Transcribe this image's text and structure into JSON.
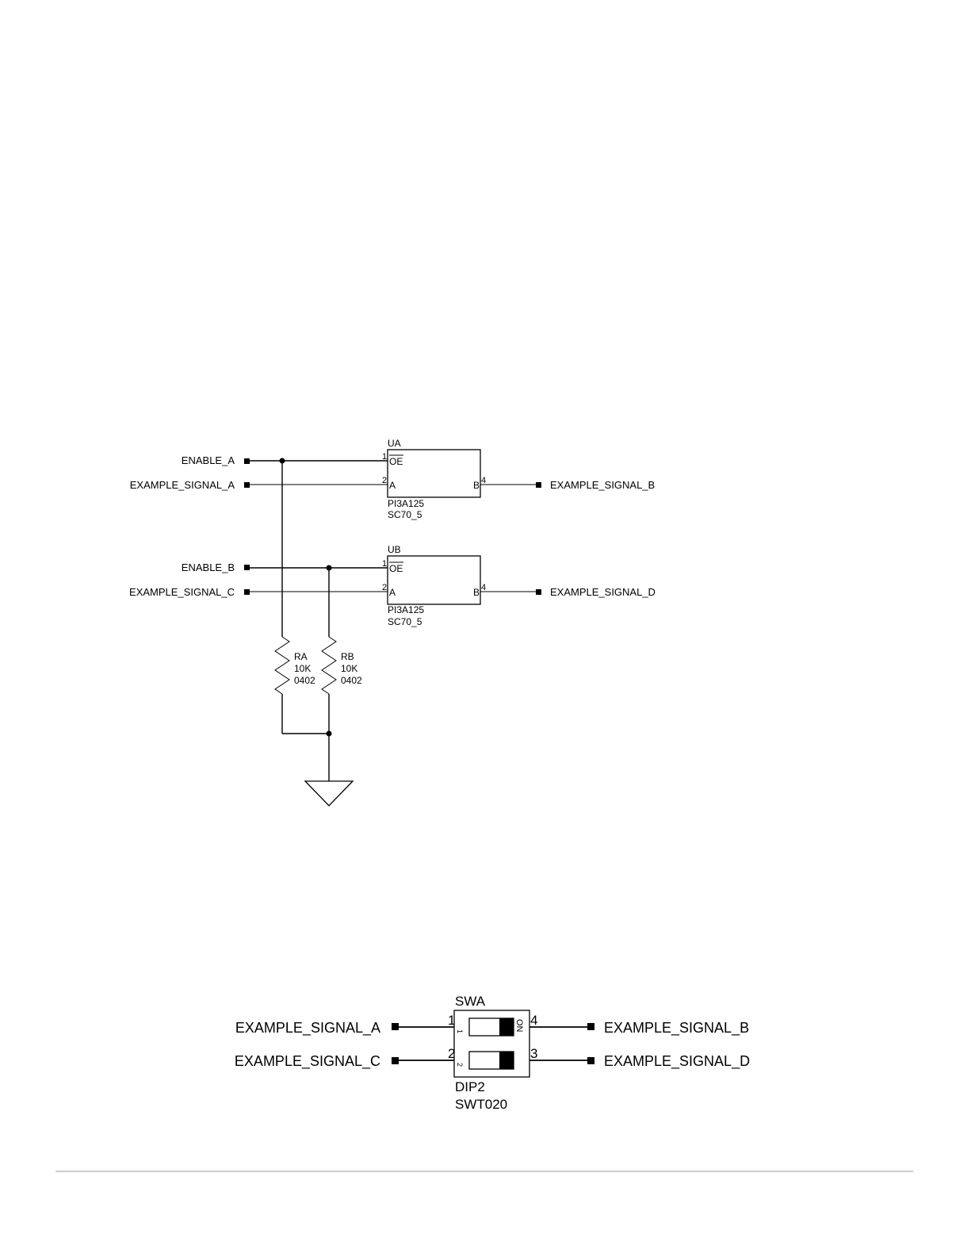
{
  "buffers": [
    {
      "refdes": "UA",
      "value": "PI3A125",
      "footprint": "SC70_5",
      "oe_pin": "1",
      "oe_label": "OE",
      "a_pin": "2",
      "a_label": "A",
      "b_pin": "4",
      "b_label": "B",
      "enable_net": "ENABLE_A",
      "in_net": "EXAMPLE_SIGNAL_A",
      "out_net": "EXAMPLE_SIGNAL_B"
    },
    {
      "refdes": "UB",
      "value": "PI3A125",
      "footprint": "SC70_5",
      "oe_pin": "1",
      "oe_label": "OE",
      "a_pin": "2",
      "a_label": "A",
      "b_pin": "4",
      "b_label": "B",
      "enable_net": "ENABLE_B",
      "in_net": "EXAMPLE_SIGNAL_C",
      "out_net": "EXAMPLE_SIGNAL_D"
    }
  ],
  "resistors": [
    {
      "refdes": "RA",
      "value": "10K",
      "footprint": "0402"
    },
    {
      "refdes": "RB",
      "value": "10K",
      "footprint": "0402"
    }
  ],
  "dip_switch": {
    "refdes": "SWA",
    "value": "DIP2",
    "footprint": "SWT020",
    "pins": {
      "p1": "1",
      "p2": "2",
      "p3": "3",
      "p4": "4"
    },
    "on_mark": "ON",
    "pos_1_mark": "1",
    "pos_2_mark": "2",
    "nets": {
      "left_top": "EXAMPLE_SIGNAL_A",
      "left_bottom": "EXAMPLE_SIGNAL_C",
      "right_top": "EXAMPLE_SIGNAL_B",
      "right_bottom": "EXAMPLE_SIGNAL_D"
    }
  }
}
